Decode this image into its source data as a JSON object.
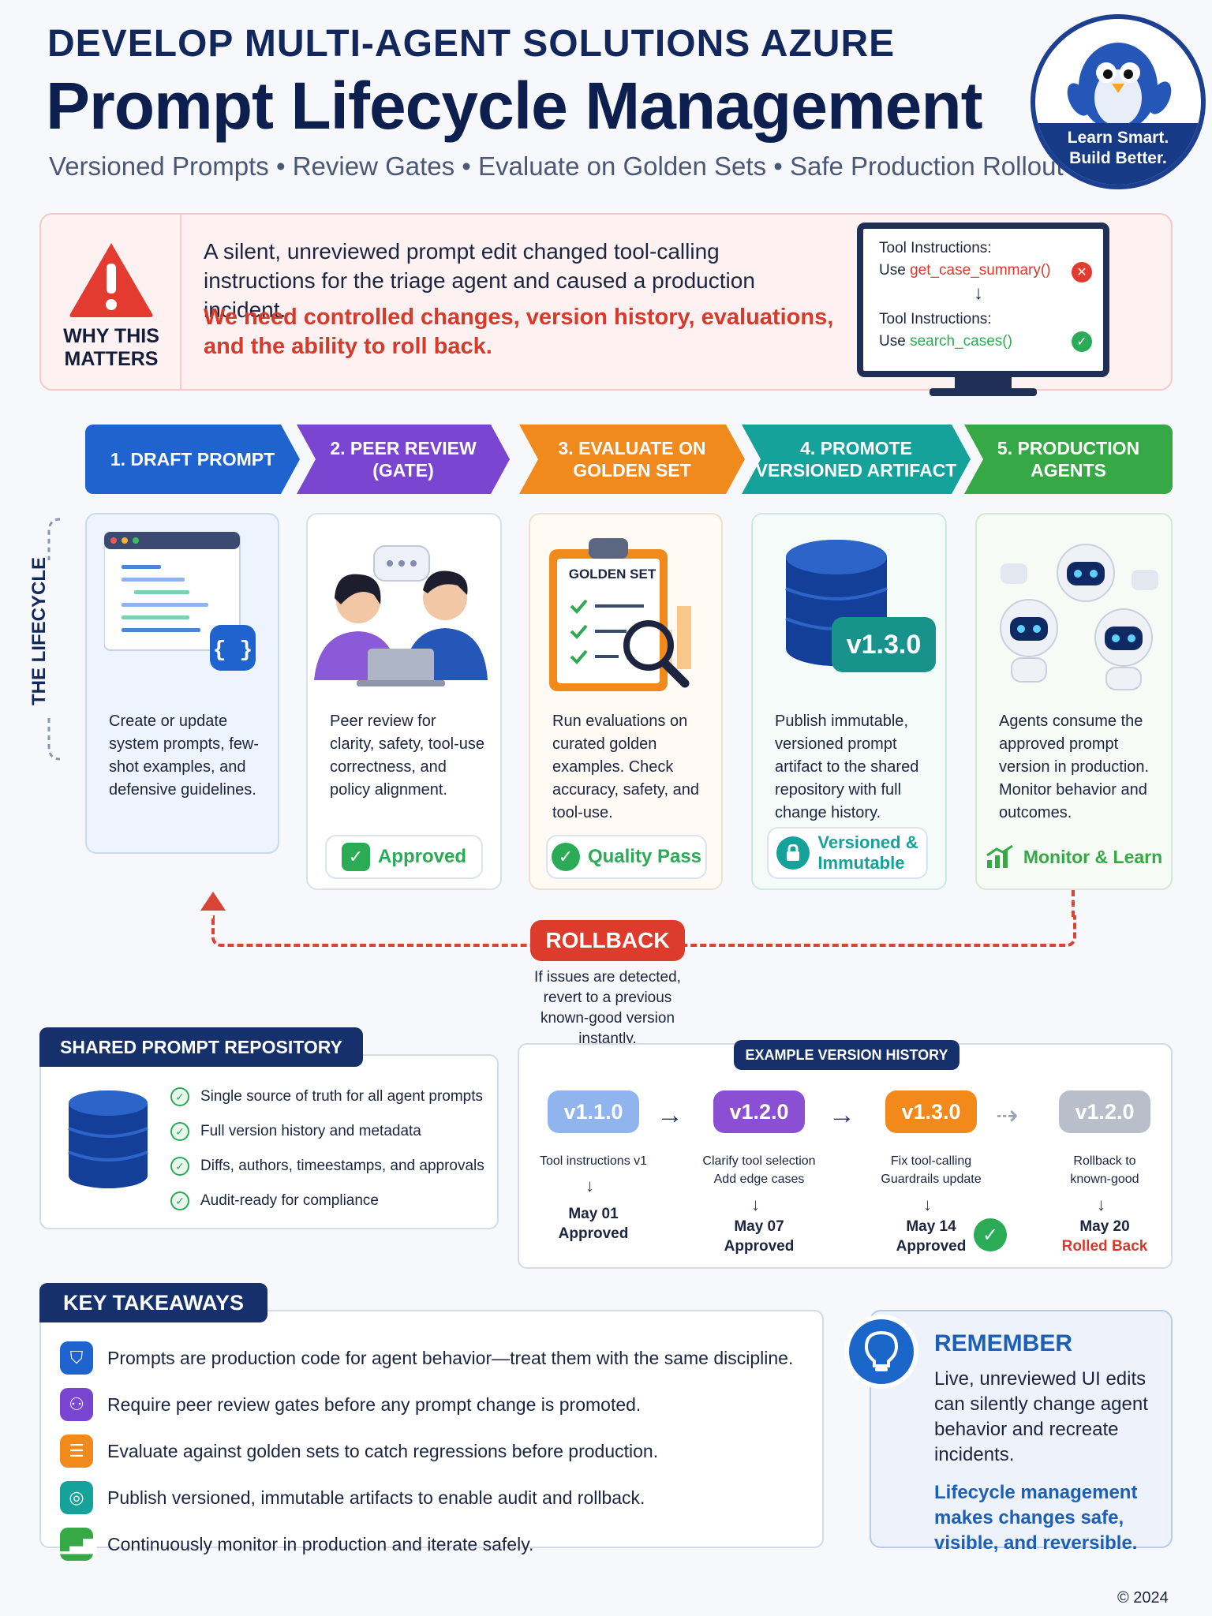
{
  "header": {
    "kicker": "DEVELOP MULTI-AGENT SOLUTIONS AZURE",
    "title": "Prompt Lifecycle Management",
    "subtitle": "Versioned Prompts • Review Gates • Evaluate on Golden Sets • Safe Production Rollout",
    "badge_line1": "Learn Smart.",
    "badge_line2": "Build Better."
  },
  "why": {
    "label_line1": "WHY THIS",
    "label_line2": "MATTERS",
    "text": "A silent, unreviewed prompt edit changed tool-calling instructions for the triage agent and caused a production incident.",
    "emphasis": "We need controlled changes, version history, evaluations, and the ability to roll back.",
    "monitor": {
      "label_before": "Tool Instructions:",
      "use_word": "Use",
      "before_call": "get_case_summary()",
      "label_after": "Tool Instructions:",
      "after_call": "search_cases()"
    }
  },
  "lifecycle": {
    "side_label": "THE LIFECYCLE",
    "steps": [
      {
        "label": "1. DRAFT PROMPT",
        "color": "#1f63cf",
        "text": "Create or update system prompts, few-shot examples, and defensive guidelines.",
        "badge": "",
        "badge2": ""
      },
      {
        "label": "2. PEER REVIEW",
        "label2": "(GATE)",
        "color": "#7a45d1",
        "text": "Peer review for clarity, safety, tool-use correctness, and policy alignment.",
        "badge": "Approved",
        "badge2": ""
      },
      {
        "label": "3. EVALUATE ON",
        "label2": "GOLDEN SET",
        "color": "#f08a1c",
        "text": "Run evaluations on curated golden examples. Check accuracy, safety, and tool-use.",
        "badge": "Quality Pass",
        "badge2": ""
      },
      {
        "label": "4. PROMOTE",
        "label2": "VERSIONED ARTIFACT",
        "color": "#14a29a",
        "text": "Publish immutable, versioned prompt artifact to the shared repository with full change history.",
        "badge": "Versioned &",
        "badge2": "Immutable"
      },
      {
        "label": "5. PRODUCTION",
        "label2": "AGENTS",
        "color": "#36a845",
        "text": "Agents consume the approved prompt version in production. Monitor behavior and outcomes.",
        "badge": "Monitor & Learn",
        "badge2": ""
      }
    ],
    "golden_set_label": "GOLDEN SET",
    "artifact_version": "v1.3.0"
  },
  "rollback": {
    "label": "ROLLBACK",
    "text": "If issues are detected, revert to a previous known-good version instantly."
  },
  "repository": {
    "title": "SHARED PROMPT REPOSITORY",
    "items": [
      "Single source of truth for all agent prompts",
      "Full version history and metadata",
      "Diffs, authors, timeestamps, and approvals",
      "Audit-ready for compliance"
    ]
  },
  "version_history": {
    "title": "EXAMPLE VERSION HISTORY",
    "versions": [
      {
        "version": "v1.1.0",
        "desc1": "Tool instructions v1",
        "desc2": "",
        "date": "May 01",
        "status": "Approved",
        "color": "#8fb4ee"
      },
      {
        "version": "v1.2.0",
        "desc1": "Clarify tool selection",
        "desc2": "Add edge cases",
        "date": "May 07",
        "status": "Approved",
        "color": "#8a4fd3"
      },
      {
        "version": "v1.3.0",
        "desc1": "Fix tool-calling",
        "desc2": "Guardrails update",
        "date": "May 14",
        "status": "Approved",
        "color": "#f2891a"
      },
      {
        "version": "v1.2.0",
        "desc1": "Rollback to",
        "desc2": "known-good",
        "date": "May 20",
        "status": "Rolled Back",
        "color": "#b8bfca"
      }
    ]
  },
  "takeaways": {
    "title": "KEY TAKEAWAYS",
    "items": [
      {
        "text": "Prompts are production code for agent behavior—treat them with the same discipline.",
        "color": "#1f63cf",
        "icon": "shield-icon"
      },
      {
        "text": "Require peer review gates before any prompt change is promoted.",
        "color": "#7a45d1",
        "icon": "people-icon"
      },
      {
        "text": "Evaluate against golden sets to catch regressions before production.",
        "color": "#f08a1c",
        "icon": "checklist-icon"
      },
      {
        "text": "Publish versioned, immutable artifacts to enable audit and rollback.",
        "color": "#14a29a",
        "icon": "database-icon"
      },
      {
        "text": "Continuously monitor in production and iterate safely.",
        "color": "#36a845",
        "icon": "chart-icon"
      }
    ]
  },
  "remember": {
    "title": "REMEMBER",
    "text": "Live, unreviewed UI edits can silently change agent behavior and recreate incidents.",
    "emphasis": "Lifecycle management makes changes safe, visible, and reversible."
  },
  "copyright": "© 2024"
}
